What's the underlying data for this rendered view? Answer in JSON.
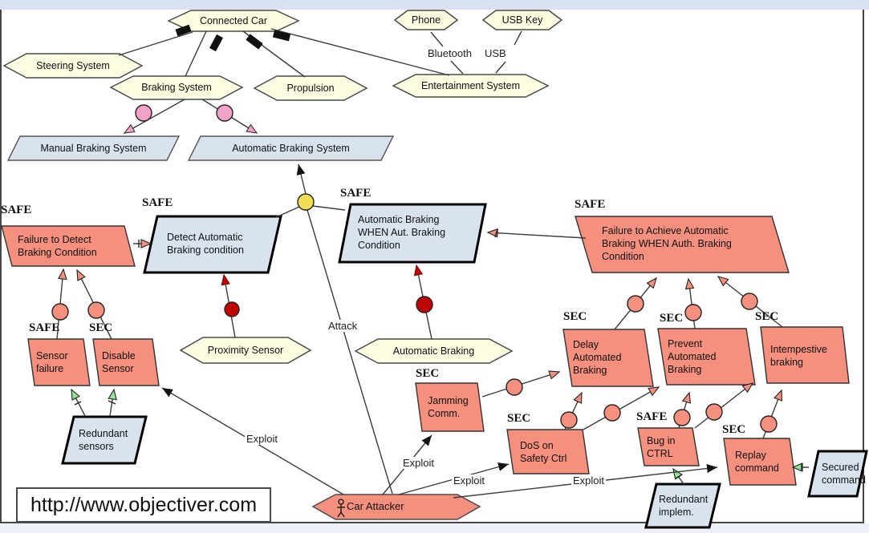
{
  "frame": {
    "url_text": "http://www.objectiver.com"
  },
  "labels": {
    "safe": "SAFE",
    "sec": "SEC"
  },
  "edge_labels": {
    "bluetooth": "Bluetooth",
    "usb": "USB",
    "attack": "Attack",
    "exploit": "Exploit"
  },
  "nodes": {
    "connected_car": "Connected Car",
    "steering_system": "Steering System",
    "braking_system": "Braking System",
    "propulsion": "Propulsion",
    "phone": "Phone",
    "usb_key": "USB Key",
    "entertainment_system": "Entertainment System",
    "manual_braking": "Manual Braking System",
    "automatic_braking_goal": "Automatic Braking System",
    "failure_detect": "Failure to Detect Braking Condition",
    "detect_condition": "Detect Automatic Braking condition",
    "braking_when": "Automatic Braking WHEN Aut. Braking Condition",
    "failure_achieve": "Failure to Achieve Automatic Braking WHEN Auth. Braking Condition",
    "proximity_sensor": "Proximity Sensor",
    "automatic_braking_agent": "Automatic Braking",
    "sensor_failure": "Sensor failure",
    "disable_sensor": "Disable Sensor",
    "redundant_sensors": "Redundant sensors",
    "jamming": "Jamming Comm.",
    "dos_safety": "DoS on Safety Ctrl",
    "delay_braking": "Delay Automated Braking",
    "prevent_braking": "Prevent Automated Braking",
    "intempestive_braking": "Intempestive braking",
    "bug_ctrl": "Bug in CTRL",
    "replay_command": "Replay command",
    "redundant_implem": "Redundant implem.",
    "secured_command": "Secured command",
    "car_attacker": "Car Attacker"
  },
  "colors": {
    "agent_hexagon": "#FCFCE0",
    "goal_blue": "#D9E3ED",
    "obstacle_salmon": "#F4907D",
    "circle_pink": "#F2A2C6",
    "circle_red": "#C00505",
    "circle_yellow": "#F2DE52",
    "arrow_green": "#90E690",
    "top_strip": "#D9E2F2",
    "line": "#3C3C3C"
  }
}
